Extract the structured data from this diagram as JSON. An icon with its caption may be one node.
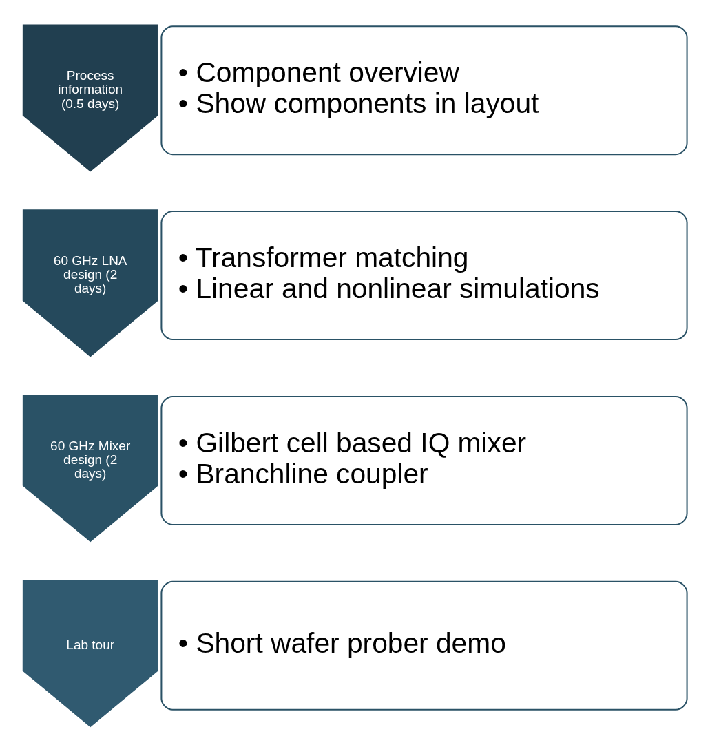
{
  "diagram": {
    "nodes": [
      {
        "text": [
          "Process information (0.5 days)"
        ]
      },
      {
        "text": [
          "• Component overview",
          "• Show components in layout"
        ]
      },
      {
        "text": [
          "60 GHz LNA design (2 days)"
        ]
      },
      {
        "text": [
          "• Transformer matching",
          "• Linear and nonlinear simulations"
        ]
      },
      {
        "text": [
          "60 GHz Mixer design (2 days)"
        ]
      },
      {
        "text": [
          "• Gilbert cell based IQ mixer",
          "• Branchline coupler"
        ]
      },
      {
        "text": [
          "Lab tour"
        ]
      },
      {
        "text": [
          "• Short wafer prober demo"
        ]
      }
    ],
    "edges": []
  }
}
